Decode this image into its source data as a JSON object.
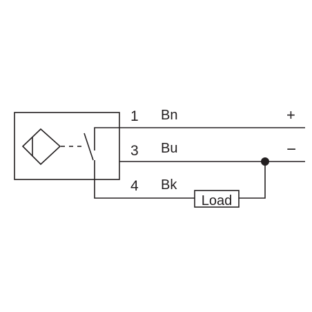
{
  "wires": [
    {
      "pin": "1",
      "color": "Bn"
    },
    {
      "pin": "3",
      "color": "Bu"
    },
    {
      "pin": "4",
      "color": "Bk"
    }
  ],
  "polarity": {
    "positive": "+",
    "negative": "−"
  },
  "load": {
    "label": "Load"
  },
  "sensor": {
    "type": "inductive-proximity-sensor-pnp",
    "output": "normally-open"
  }
}
